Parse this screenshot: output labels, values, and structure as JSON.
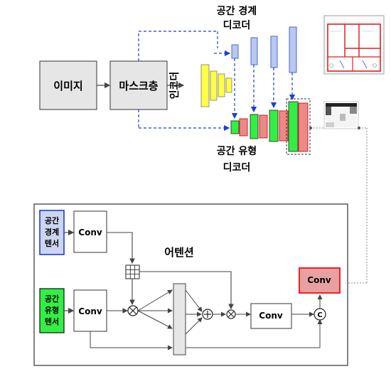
{
  "top": {
    "image_label": "이미지",
    "mask_label": "마스크층",
    "encoder_label": "인코더",
    "boundary_decoder_label": [
      "공간 경계",
      "디코더"
    ],
    "type_decoder_label": [
      "공간 유형",
      "디코더"
    ]
  },
  "attention": {
    "title": "어텐션",
    "boundary_tensor_label": [
      "공간",
      "경계",
      "텐서"
    ],
    "type_tensor_label": [
      "공간",
      "유형",
      "텐서"
    ],
    "conv_label": "Conv",
    "concat_symbol": "C",
    "plus_symbol": "+",
    "times_symbol": "×"
  },
  "colors": {
    "box_gray": "#e6e6e6",
    "encoder_yellow": "#ffff44",
    "boundary_blue": "#b8c8f0",
    "type_green": "#33ee44",
    "type_red": "#ee8888",
    "arrow_blue": "#1f3fd0",
    "conv_red_fill": "#e8a0a0",
    "conv_red_border": "#ee2222"
  }
}
